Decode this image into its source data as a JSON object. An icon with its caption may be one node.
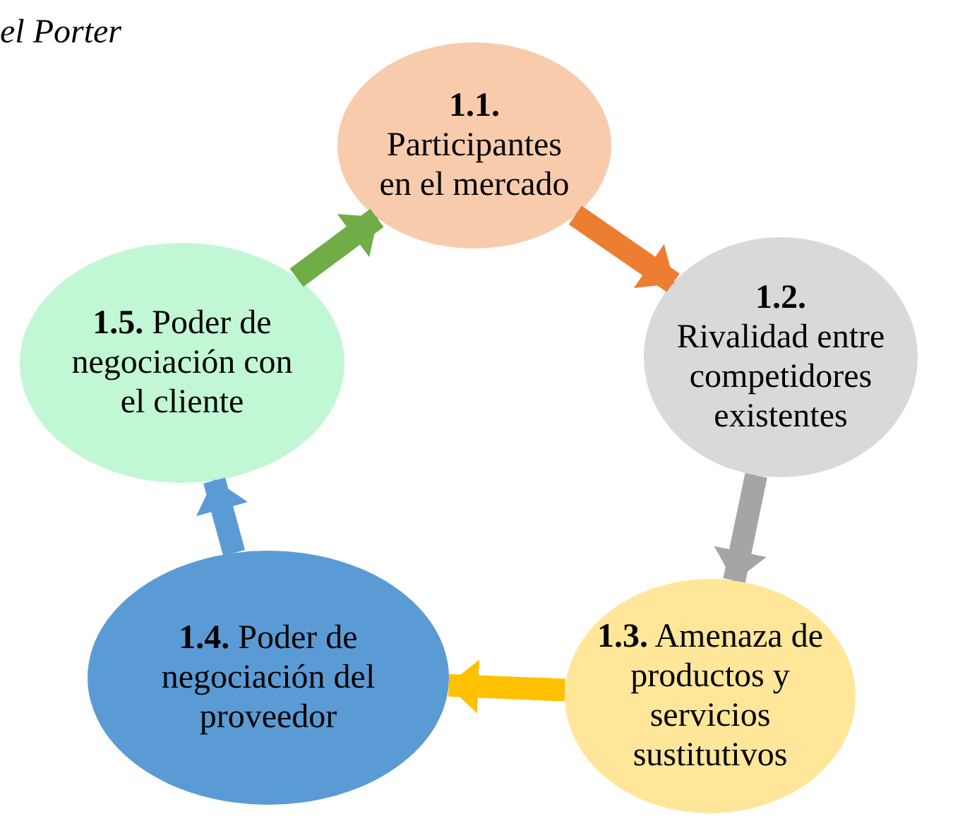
{
  "diagram": {
    "title": "el Porter",
    "nodes": [
      {
        "text": [
          "1.1.",
          "Participantes en el mercado"
        ]
      },
      {
        "text": [
          "1.2.",
          "Rivalidad entre competidores existentes"
        ]
      },
      {
        "text": [
          "**1.3.** Amenaza de productos y servicios sustitutivos"
        ]
      },
      {
        "text": [
          "**1.4.** Poder de negociación del proveedor"
        ]
      },
      {
        "text": [
          "**1.5.** Poder de negociación con el cliente"
        ]
      }
    ],
    "edges": [
      {
        "from": 0,
        "to": 1,
        "arrow": "to",
        "color": "#ed7d31"
      },
      {
        "from": 1,
        "to": 2,
        "arrow": "to",
        "color": "#a5a5a5"
      },
      {
        "from": 2,
        "to": 3,
        "arrow": "to",
        "color": "#ffc000"
      },
      {
        "from": 3,
        "to": 4,
        "arrow": "to",
        "color": "#5b9bd5"
      },
      {
        "from": 4,
        "to": 0,
        "arrow": "to",
        "color": "#70ad47"
      }
    ]
  }
}
